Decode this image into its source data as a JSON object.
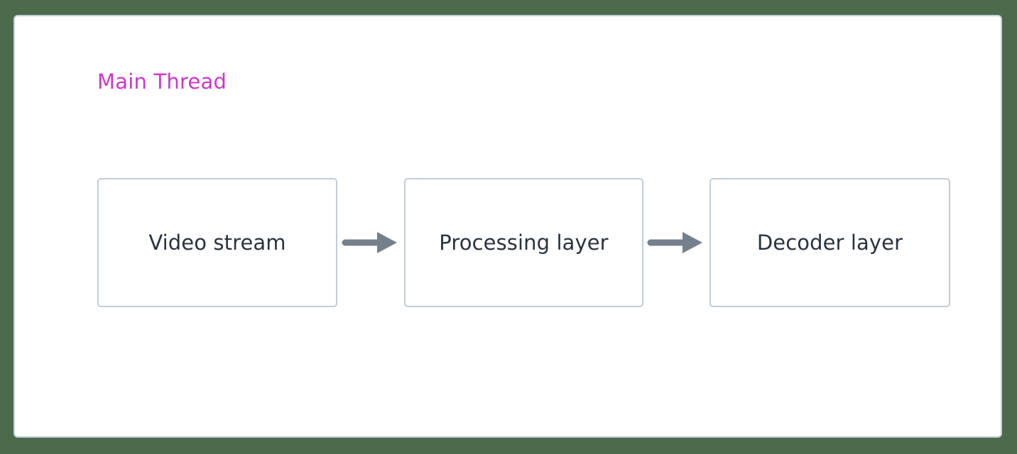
{
  "diagram": {
    "type": "flowchart",
    "orientation": "left-to-right",
    "background_color": "#4c6b4d",
    "frame": {
      "background_color": "#ffffff",
      "border_color": "#c6d2db"
    },
    "cluster": {
      "title": "Main Thread",
      "title_color": "#cc38cc"
    },
    "node_style": {
      "fill": "#ffffff",
      "border_color": "#c2cdd6",
      "text_color": "#28333f"
    },
    "edge_style": {
      "color": "#74818c",
      "arrowhead": "triangle-filled"
    },
    "nodes": [
      {
        "id": "video",
        "label": "Video stream"
      },
      {
        "id": "processing",
        "label": "Processing layer"
      },
      {
        "id": "decoder",
        "label": "Decoder layer"
      }
    ],
    "edges": [
      {
        "id": "edge-1",
        "from": "video",
        "to": "processing",
        "label": ""
      },
      {
        "id": "edge-2",
        "from": "processing",
        "to": "decoder",
        "label": ""
      }
    ]
  }
}
